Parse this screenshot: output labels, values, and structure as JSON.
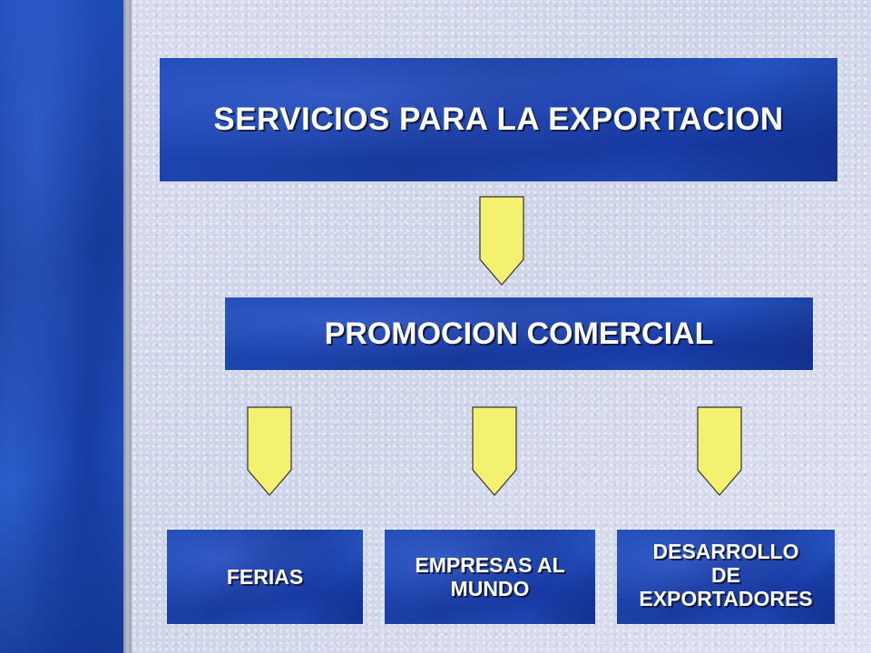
{
  "colors": {
    "box_blue": "#1d48b4",
    "arrow_fill": "#f4f070",
    "background": "#d7dced",
    "text": "#ffffff"
  },
  "diagram": {
    "title": "SERVICIOS PARA LA EXPORTACION",
    "level2": "PROMOCION COMERCIAL",
    "level3": [
      {
        "line1": "FERIAS",
        "line2": "",
        "line3": ""
      },
      {
        "line1": "EMPRESAS AL",
        "line2": "MUNDO",
        "line3": ""
      },
      {
        "line1": "DESARROLLO",
        "line2": "DE",
        "line3": "EXPORTADORES"
      }
    ]
  }
}
